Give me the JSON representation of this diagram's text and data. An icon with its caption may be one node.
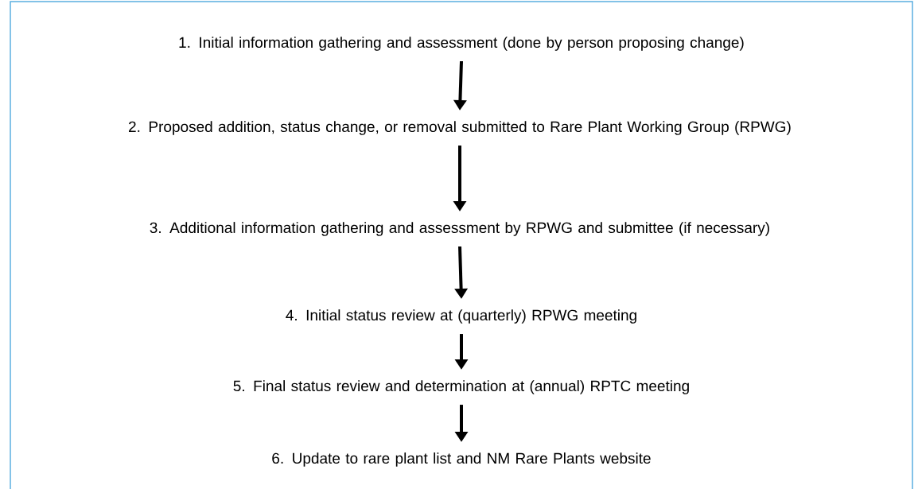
{
  "diagram": {
    "nodes": [
      {
        "text": [
          "1. Initial information gathering and assessment (done by person proposing change)"
        ]
      },
      {
        "text": [
          "2. Proposed addition, status change, or removal submitted to Rare Plant Working Group (RPWG)"
        ]
      },
      {
        "text": [
          "3. Additional information gathering and assessment by RPWG and submittee (if necessary)"
        ]
      },
      {
        "text": [
          "4. Initial status review at (quarterly) RPWG meeting"
        ]
      },
      {
        "text": [
          "5. Final status review and determination at (annual) RPTC meeting"
        ]
      },
      {
        "text": [
          "6. Update to rare plant list and NM Rare Plants website"
        ]
      }
    ],
    "edges": [
      {
        "from": 0,
        "to": 1,
        "arrow": "to"
      },
      {
        "from": 1,
        "to": 2,
        "arrow": "to"
      },
      {
        "from": 2,
        "to": 3,
        "arrow": "to"
      },
      {
        "from": 3,
        "to": 4,
        "arrow": "to"
      },
      {
        "from": 4,
        "to": 5,
        "arrow": "to"
      }
    ]
  }
}
